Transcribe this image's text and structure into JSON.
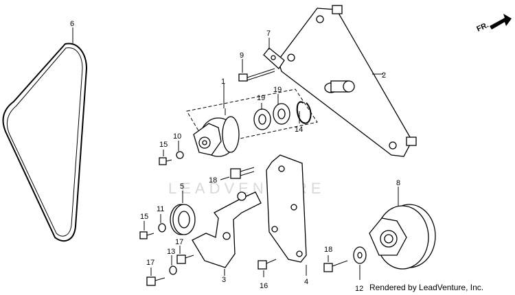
{
  "orientation": {
    "label": "FR."
  },
  "watermark": "LEADVENTURE",
  "credit": "Rendered by LeadVenture, Inc.",
  "callouts": {
    "c1": "1",
    "c2": "2",
    "c3": "3",
    "c4": "4",
    "c5": "5",
    "c6": "6",
    "c7": "7",
    "c8": "8",
    "c9": "9",
    "c10": "10",
    "c11": "11",
    "c12": "12",
    "c13": "13",
    "c14": "14",
    "c15a": "15",
    "c15b": "15",
    "c16": "16",
    "c17a": "17",
    "c17b": "17",
    "c18a": "18",
    "c18b": "18",
    "c19a": "19",
    "c19b": "19"
  }
}
